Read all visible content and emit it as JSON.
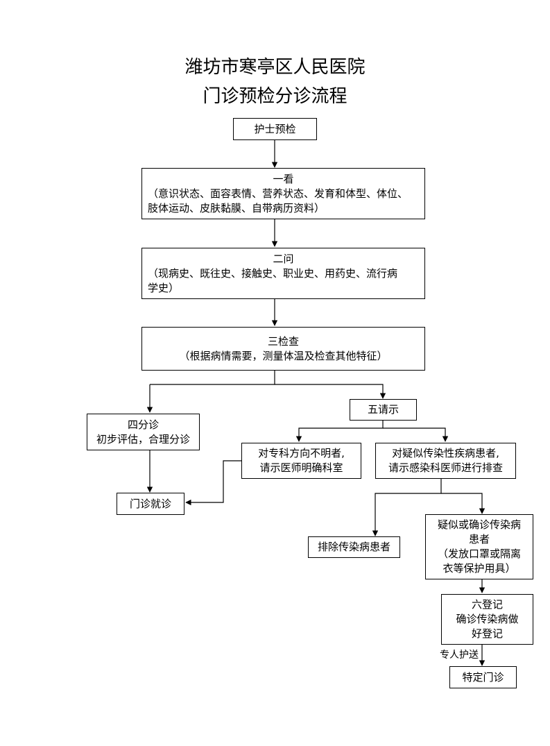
{
  "title": {
    "line1": "潍坊市寒亭区人民医院",
    "line2": "门诊预检分诊流程"
  },
  "nodes": {
    "nurse": "护士预检",
    "look": {
      "head": "一看",
      "l1": "（意识状态、面容表情、营养状态、发育和体型、体位、",
      "l2": "肢体运动、皮肤黏膜、自带病历资料）"
    },
    "ask": {
      "head": "二问",
      "l1": "（现病史、既往史、接触史、职业史、用药史、流行病",
      "l2": "学史）"
    },
    "exam": {
      "head": "三检查",
      "l1": "（根据病情需要，测量体温及检查其他特征）"
    },
    "triage": {
      "l1": "四分诊",
      "l2": "初步评估，合理分诊"
    },
    "request": "五请示",
    "clinic": "门诊就诊",
    "unclear": {
      "l1": "对专科方向不明者,",
      "l2": "请示医师明确科室"
    },
    "suspect": {
      "l1": "对疑似传染性疾病患者,",
      "l2": "请示感染科医师进行排查"
    },
    "exclude": "排除传染病患者",
    "confirmed": {
      "l1": "疑似或确诊传染病",
      "l2": "患者",
      "l3": "（发放口罩或隔离",
      "l4": "衣等保护用具）"
    },
    "register": {
      "l1": "六登记",
      "l2": "确诊传染病做",
      "l3": "好登记"
    },
    "special": "特定门诊"
  },
  "edge_label": "专人护送"
}
